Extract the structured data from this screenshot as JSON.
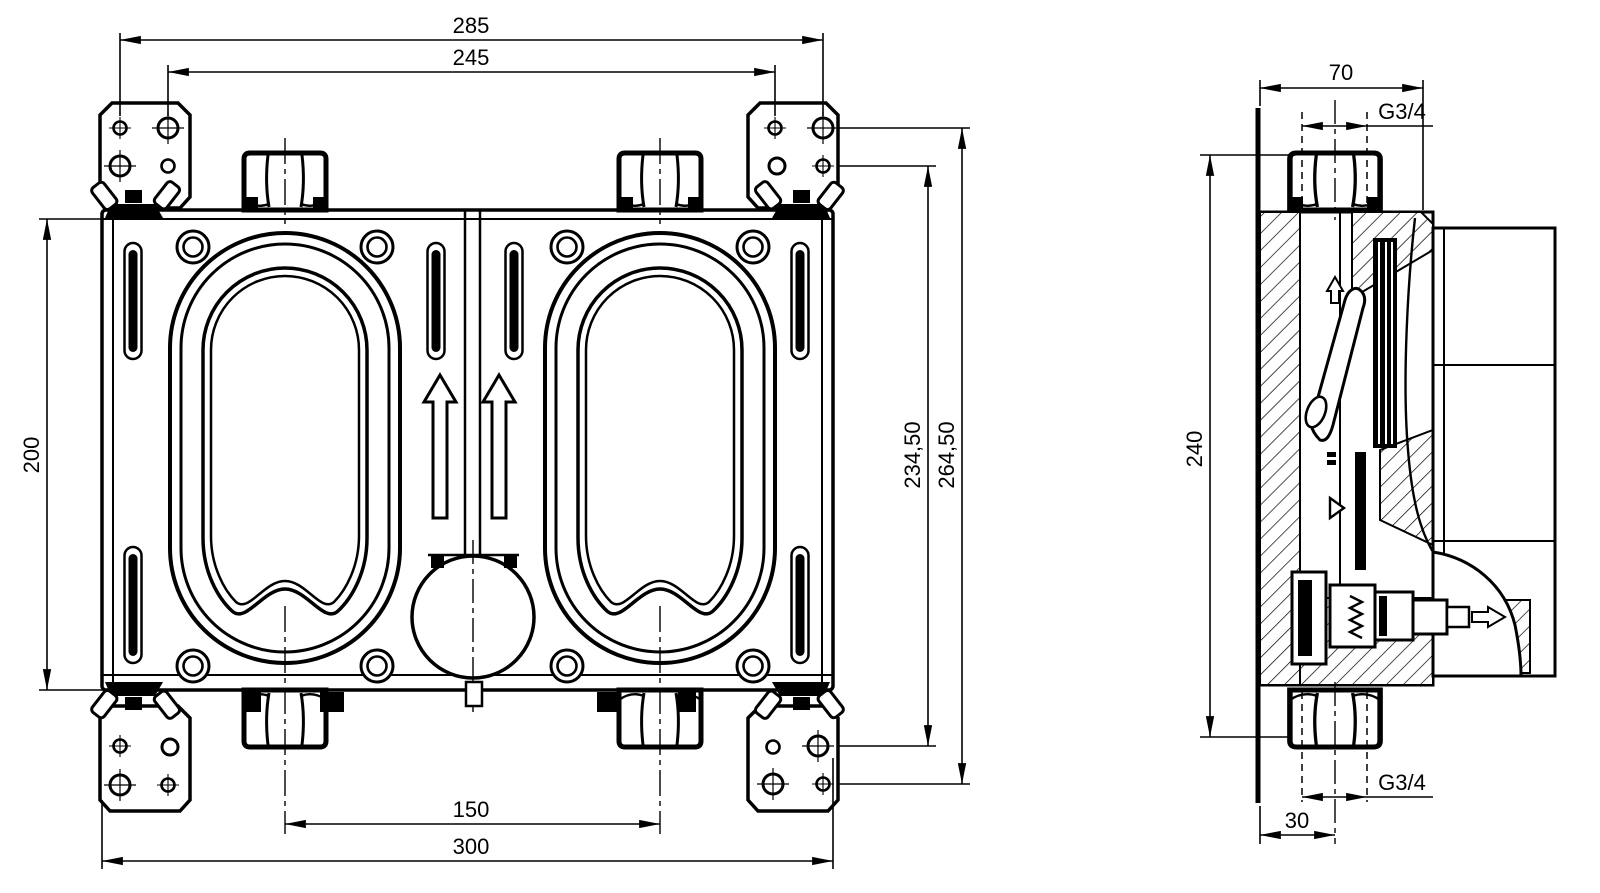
{
  "drawing": {
    "background": "#ffffff",
    "line_color": "#000000"
  },
  "front_view": {
    "dimensions": {
      "mounting_holes_outer_width": "285",
      "mounting_holes_inner_width": "245",
      "body_height": "200",
      "connection_spacing": "150",
      "body_width": "300",
      "mounting_holes_inner_height": "234,50",
      "mounting_holes_outer_height": "264,50"
    }
  },
  "side_view": {
    "dimensions": {
      "depth": "70",
      "thread_top": "G3/4",
      "height": "240",
      "wall_offset": "30",
      "thread_bottom": "G3/4"
    }
  }
}
